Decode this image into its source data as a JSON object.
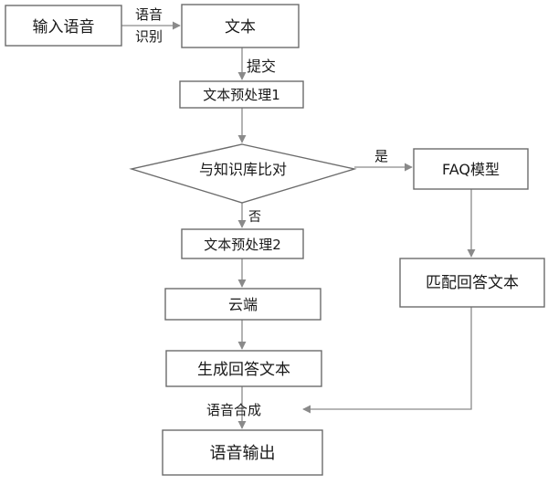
{
  "nodes": {
    "voice_input": "输入语音",
    "text": "文本",
    "preprocess1": "文本预处理1",
    "compare_kb": "与知识库比对",
    "faq_model": "FAQ模型",
    "preprocess2": "文本预处理2",
    "match_answer": "匹配回答文本",
    "cloud": "云端",
    "generate_answer": "生成回答文本",
    "voice_output": "语音输出"
  },
  "edge_labels": {
    "speech_recognition_line1": "语音",
    "speech_recognition_line2": "识别",
    "submit": "提交",
    "yes": "是",
    "no": "否",
    "speech_synthesis": "语音合成"
  },
  "colors": {
    "box_stroke": "#6b6b6b",
    "line": "#8a8a8a",
    "text": "#1a1a1a",
    "background": "#ffffff"
  }
}
